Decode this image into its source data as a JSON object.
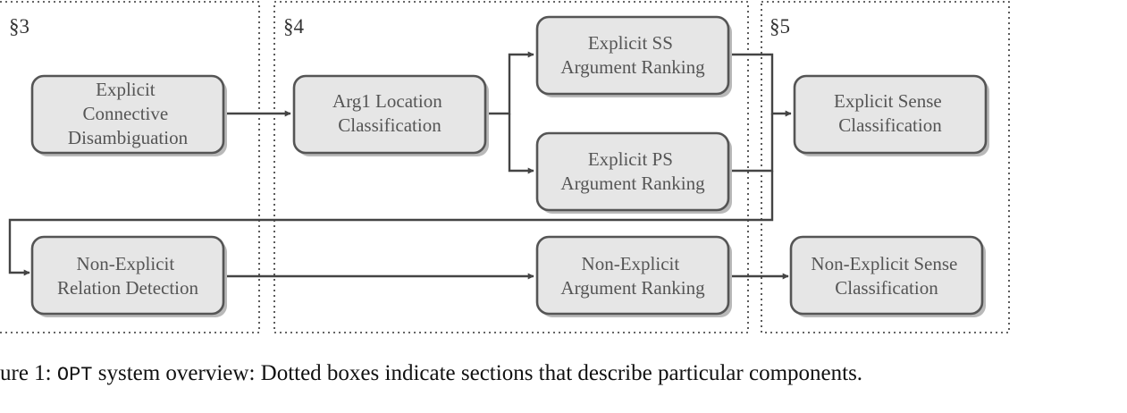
{
  "sections": [
    {
      "id": "s3",
      "label": "§3"
    },
    {
      "id": "s4",
      "label": "§4"
    },
    {
      "id": "s5",
      "label": "§5"
    }
  ],
  "nodes": {
    "connective": {
      "lines": [
        "Explicit",
        "Connective",
        "Disambiguation"
      ]
    },
    "arg1": {
      "lines": [
        "Arg1 Location",
        "Classification"
      ]
    },
    "ss": {
      "lines": [
        "Explicit SS",
        "Argument Ranking"
      ]
    },
    "ps": {
      "lines": [
        "Explicit PS",
        "Argument Ranking"
      ]
    },
    "sense": {
      "lines": [
        "Explicit Sense",
        "Classification"
      ]
    },
    "nedetect": {
      "lines": [
        "Non-Explicit",
        "Relation Detection"
      ]
    },
    "nerank": {
      "lines": [
        "Non-Explicit",
        "Argument Ranking"
      ]
    },
    "nesense": {
      "lines": [
        "Non-Explicit Sense",
        "Classification"
      ]
    }
  },
  "caption": {
    "prefix": "ure 1: ",
    "code": "OPT",
    "text": " system overview: Dotted boxes indicate sections that describe particular components."
  }
}
